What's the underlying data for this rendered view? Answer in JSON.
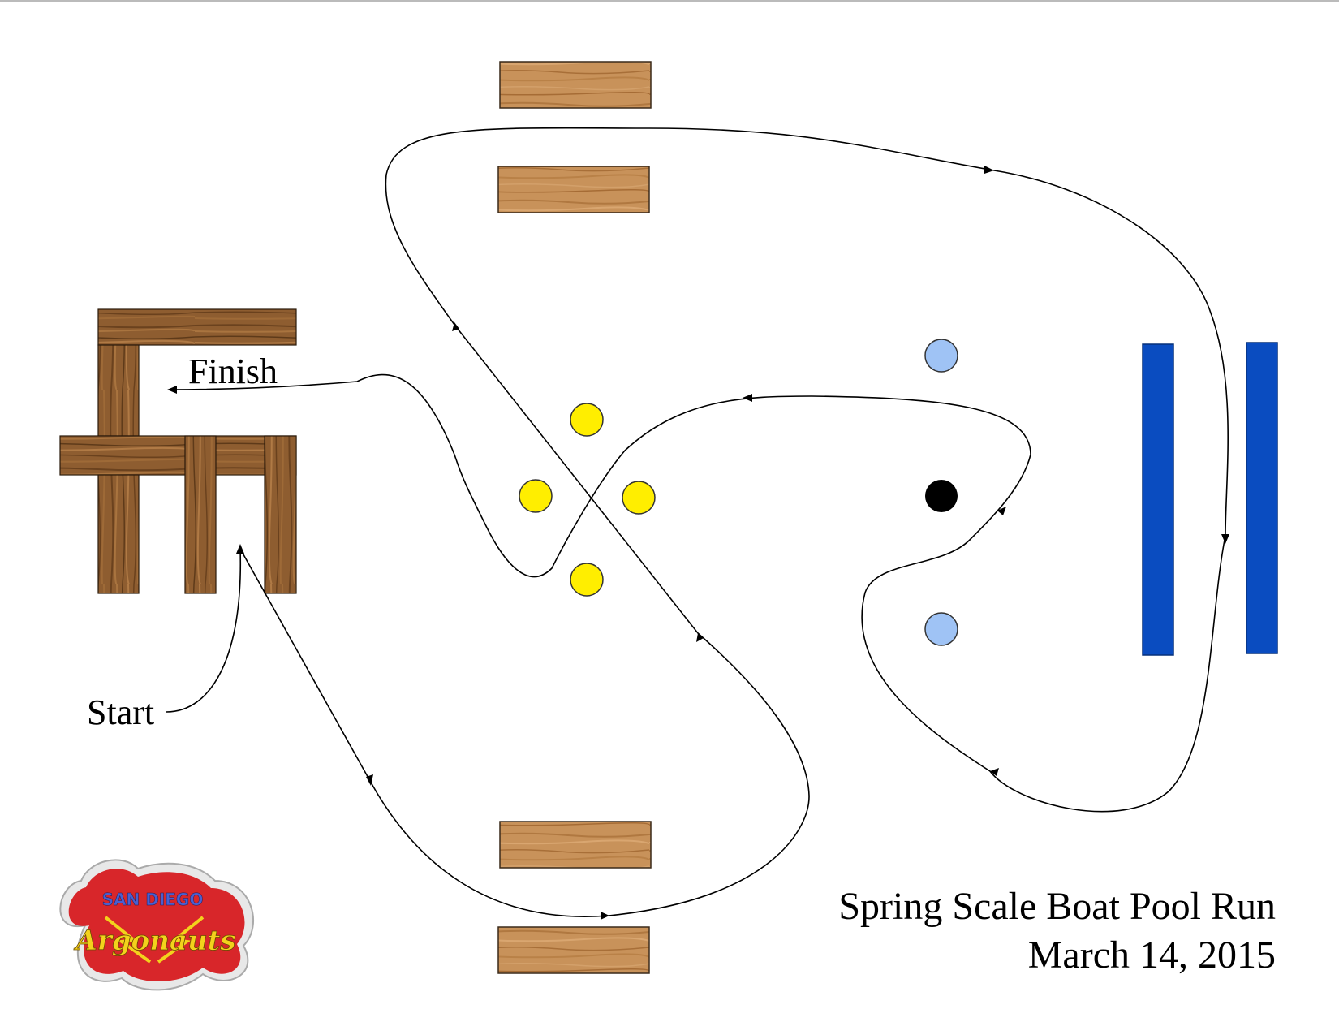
{
  "labels": {
    "finish": "Finish",
    "start": "Start"
  },
  "caption": {
    "title": "Spring Scale Boat Pool Run",
    "date": "March 14, 2015"
  },
  "logo": {
    "line1": "SAN DIEGO",
    "line2": "Argonauts"
  },
  "colors": {
    "light_wood": "#c8925a",
    "dark_wood": "#8a5a2e",
    "blue_barrier": "#0a4cc0",
    "yellow_buoy": "#ffee00",
    "light_blue_buoy": "#9fc3f5",
    "black_buoy": "#000000",
    "path": "#000000",
    "logo_red": "#d8262a",
    "logo_yellow": "#f3d21c"
  },
  "obstacles": {
    "light_wood_planks": 4,
    "blue_barriers": 2,
    "yellow_buoys": 4,
    "light_blue_buoys": 2,
    "black_buoys": 1
  }
}
